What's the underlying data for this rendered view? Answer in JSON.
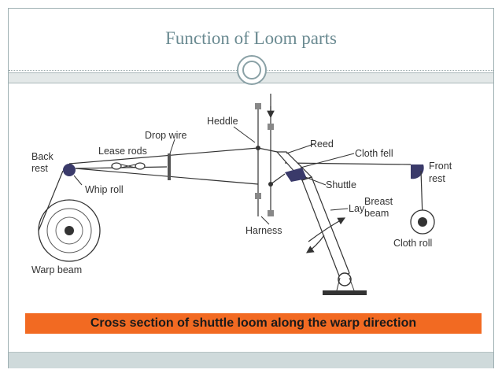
{
  "slide": {
    "title": "Function of Loom parts"
  },
  "diagram": {
    "caption": "Cross section of shuttle loom along the warp direction",
    "labels": {
      "heddle": "Heddle",
      "drop_wire": "Drop wire",
      "reed": "Reed",
      "cloth_fell": "Cloth fell",
      "back_rest_line1": "Back",
      "back_rest_line2": "rest",
      "lease_rods": "Lease rods",
      "front_rest_line1": "Front",
      "front_rest_line2": "rest",
      "shuttle": "Shuttle",
      "whip_roll": "Whip roll",
      "breast_beam_line1": "Breast",
      "breast_beam_line2": "beam",
      "lay": "Lay",
      "harness": "Harness",
      "cloth_roll": "Cloth roll",
      "warp_beam": "Warp beam"
    }
  },
  "colors": {
    "accent_orange": "#f26a22",
    "title_color": "#6a8a91"
  }
}
